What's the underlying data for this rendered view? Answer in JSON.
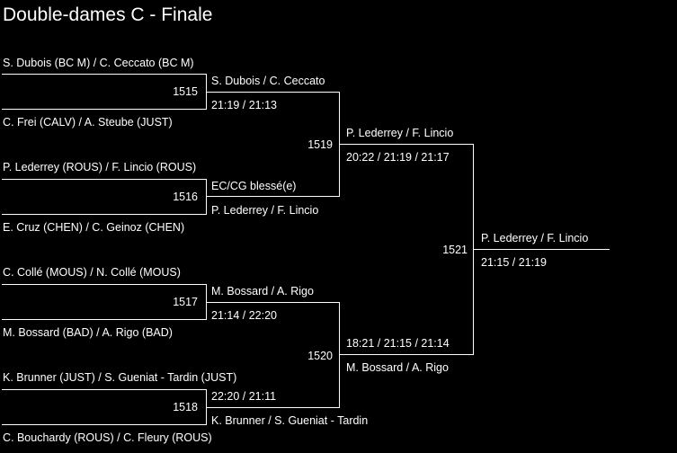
{
  "title": "Double-dames C - Finale",
  "round1": [
    {
      "match_no": "1515",
      "team_top": "S. Dubois (BC M) / C. Ceccato (BC M)",
      "team_bottom": "C. Frei (CALV) / A. Steube (JUST)",
      "winner": "S. Dubois / C. Ceccato",
      "score": "21:19 / 21:13"
    },
    {
      "match_no": "1516",
      "team_top": "P. Lederrey (ROUS) / F. Lincio (ROUS)",
      "team_bottom": "E. Cruz (CHEN) / C. Geinoz (CHEN)",
      "winner": "P. Lederrey / F. Lincio",
      "score": "EC/CG blessé(e)"
    },
    {
      "match_no": "1517",
      "team_top": "C. Collé (MOUS) / N. Collé (MOUS)",
      "team_bottom": "M. Bossard (BAD) / A. Rigo (BAD)",
      "winner": "M. Bossard / A. Rigo",
      "score": "21:14 / 22:20"
    },
    {
      "match_no": "1518",
      "team_top": "K. Brunner (JUST) / S. Gueniat - Tardin (JUST)",
      "team_bottom": "C. Bouchardy (ROUS) / C. Fleury (ROUS)",
      "winner": "K. Brunner / S. Gueniat - Tardin",
      "score": "22:20 / 21:11"
    }
  ],
  "round2": [
    {
      "match_no": "1519",
      "winner": "P. Lederrey / F. Lincio",
      "score": "20:22 / 21:19 / 21:17"
    },
    {
      "match_no": "1520",
      "winner": "M. Bossard / A. Rigo",
      "score": "18:21 / 21:15 / 21:14"
    }
  ],
  "final": {
    "match_no": "1521",
    "winner": "P. Lederrey / F. Lincio",
    "score": "21:15 / 21:19"
  }
}
